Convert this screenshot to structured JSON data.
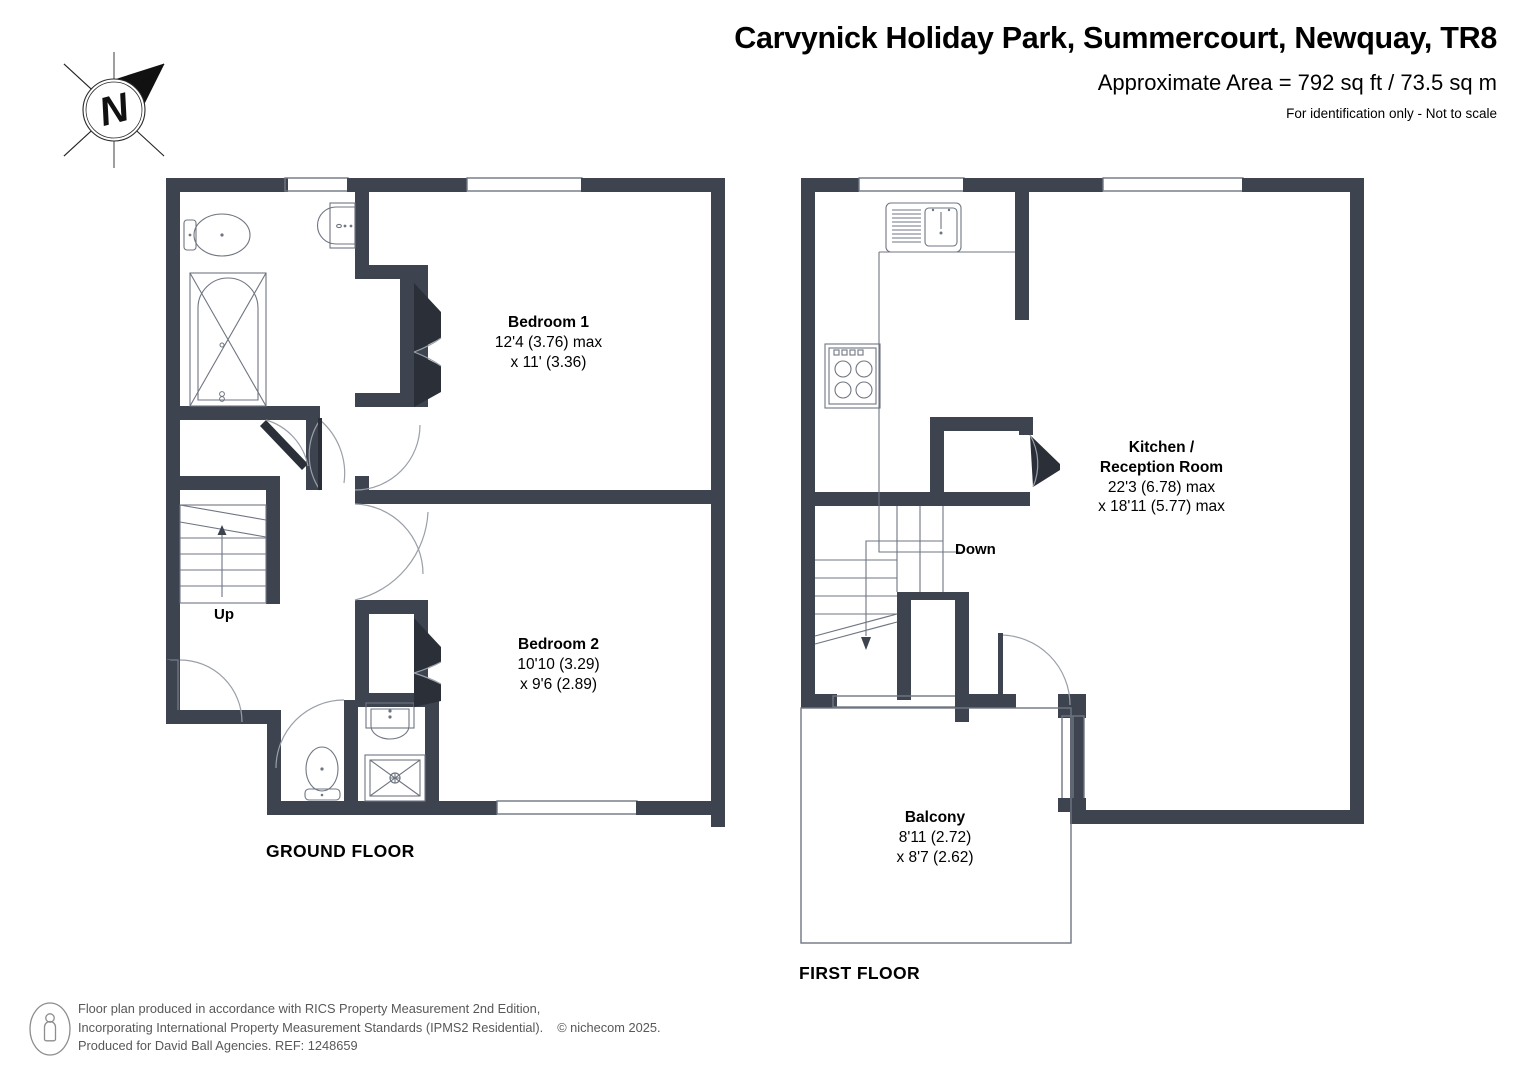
{
  "header": {
    "title": "Carvynick Holiday Park, Summercourt, Newquay, TR8",
    "area": "Approximate Area = 792 sq ft / 73.5 sq m",
    "disclaimer": "For identification only - Not to scale"
  },
  "compass": {
    "north_letter": "N",
    "icon": "compass-rose-icon"
  },
  "floors": [
    {
      "id": "ground",
      "caption": "GROUND FLOOR",
      "rooms": [
        {
          "name": "Bedroom 1",
          "dim1": "12'4 (3.76) max",
          "dim2": "x 11' (3.36)"
        },
        {
          "name": "Bedroom 2",
          "dim1": "10'10 (3.29)",
          "dim2": "x 9'6 (2.89)"
        }
      ],
      "stair_label": "Up",
      "fixtures": [
        "toilet",
        "wash-basin",
        "bath",
        "shower-tray",
        "toilet",
        "wash-basin"
      ]
    },
    {
      "id": "first",
      "caption": "FIRST FLOOR",
      "rooms": [
        {
          "name": "Kitchen /",
          "name2": "Reception Room",
          "dim1": "22'3 (6.78) max",
          "dim2": "x 18'11 (5.77) max"
        },
        {
          "name": "Balcony",
          "dim1": "8'11 (2.72)",
          "dim2": "x 8'7 (2.62)"
        }
      ],
      "stair_label": "Down",
      "fixtures": [
        "sink-with-drainer",
        "hob-cooker"
      ]
    }
  ],
  "footer": {
    "icon": "person-in-circle-icon",
    "line1": "Floor plan produced in accordance with RICS Property Measurement 2nd Edition,",
    "line2": "Incorporating International Property Measurement Standards (IPMS2 Residential).",
    "copyright": "© nichecom 2025.",
    "line3": "Produced for David Ball Agencies.   REF:   1248659"
  },
  "colors": {
    "wall": "#3d4450",
    "thin_line": "#6f7580",
    "text": "#000000",
    "footer_text": "#58585a",
    "background": "#ffffff"
  }
}
